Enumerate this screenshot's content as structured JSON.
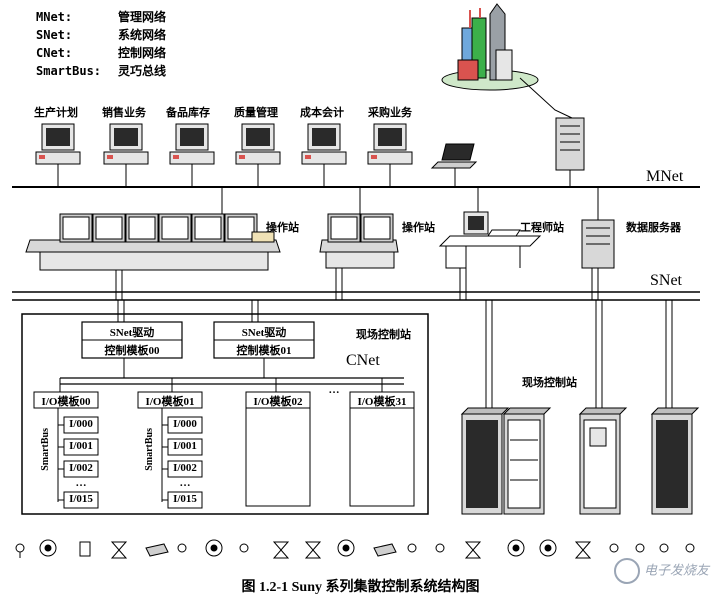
{
  "legend": [
    {
      "key": "MNet:",
      "value": "管理网络"
    },
    {
      "key": "SNet:",
      "value": "系统网络"
    },
    {
      "key": "CNet:",
      "value": "控制网络"
    },
    {
      "key": "SmartBus:",
      "value": "灵巧总线"
    }
  ],
  "management_stations": [
    "生产计划",
    "销售业务",
    "备品库存",
    "质量管理",
    "成本会计",
    "采购业务"
  ],
  "networks": {
    "mnet": "MNet",
    "snet": "SNet",
    "cnet": "CNet"
  },
  "system_stations": {
    "operator_station_1": "操作站",
    "operator_station_2": "操作站",
    "engineer_station": "工程师站",
    "data_server": "数据服务器"
  },
  "field_station_label": "现场控制站",
  "field_station_label_right": "现场控制站",
  "driver_boards": [
    {
      "line1": "SNet驱动",
      "line2": "控制模板00"
    },
    {
      "line1": "SNet驱动",
      "line2": "控制模板01"
    }
  ],
  "io_boards": [
    "I/O模板00",
    "I/O模板01",
    "I/O模板02",
    "I/O模板31"
  ],
  "io_ellipsis": "…",
  "smartbus_label": "SmartBus",
  "io_channels": [
    "I/000",
    "I/001",
    "I/002",
    "…",
    "I/015"
  ],
  "caption": "图 1.2-1 Suny 系列集散控制系统结构图",
  "watermark": "电子发烧友",
  "colors": {
    "line": "#000000",
    "monitor_screen": "#2a2a2a",
    "cabinet": "#d8d8d8",
    "building_green": "#3cb04a",
    "building_blue": "#6fa8dc",
    "building_red": "#d9534f"
  }
}
